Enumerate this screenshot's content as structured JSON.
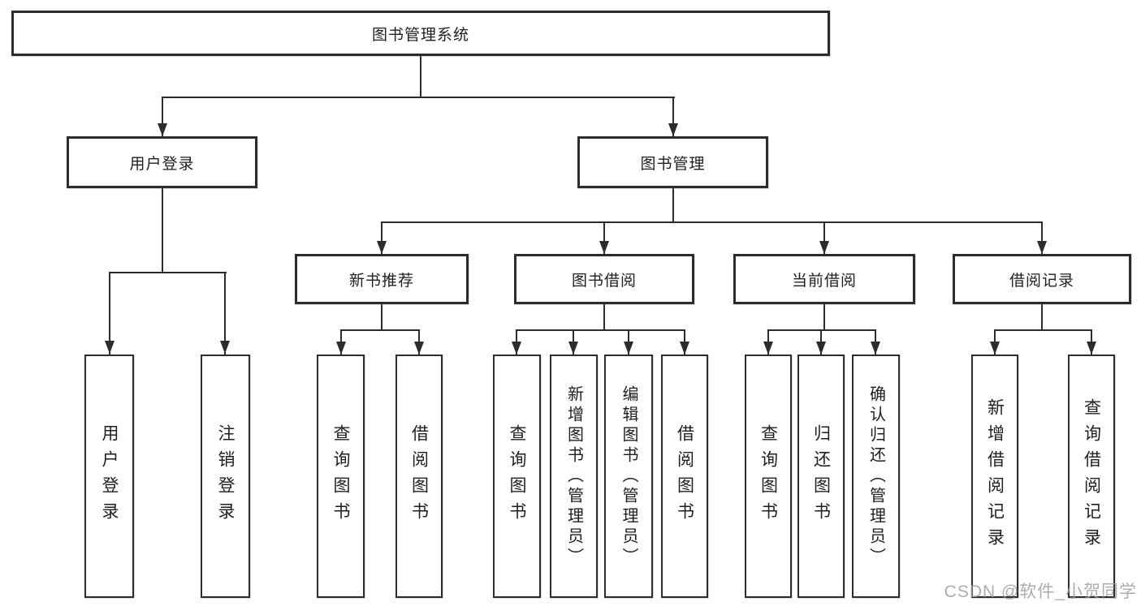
{
  "diagram": {
    "type": "hierarchy-chart",
    "tree": {
      "label": "图书管理系统",
      "children": [
        {
          "label": "用户登录",
          "children": [
            {
              "label": "用户登录"
            },
            {
              "label": "注销登录"
            }
          ]
        },
        {
          "label": "图书管理",
          "children": [
            {
              "label": "新书推荐",
              "children": [
                {
                  "label": "查询图书"
                },
                {
                  "label": "借阅图书"
                }
              ]
            },
            {
              "label": "图书借阅",
              "children": [
                {
                  "label": "查询图书"
                },
                {
                  "label": "新增图书（管理员）"
                },
                {
                  "label": "编辑图书（管理员）"
                },
                {
                  "label": "借阅图书"
                }
              ]
            },
            {
              "label": "当前借阅",
              "children": [
                {
                  "label": "查询图书"
                },
                {
                  "label": "归还图书"
                },
                {
                  "label": "确认归还（管理员）"
                }
              ]
            },
            {
              "label": "借阅记录",
              "children": [
                {
                  "label": "新增借阅记录"
                },
                {
                  "label": "查询借阅记录"
                }
              ]
            }
          ]
        }
      ]
    },
    "watermark": "CSDN @软件_小贺同学",
    "colors": {
      "line": "#2c2c2c",
      "box_border": "#2c2c2c",
      "box_fill": "#ffffff",
      "text": "#1f1f1f",
      "watermark": "#9e9e9e",
      "background": "#ffffff"
    }
  }
}
